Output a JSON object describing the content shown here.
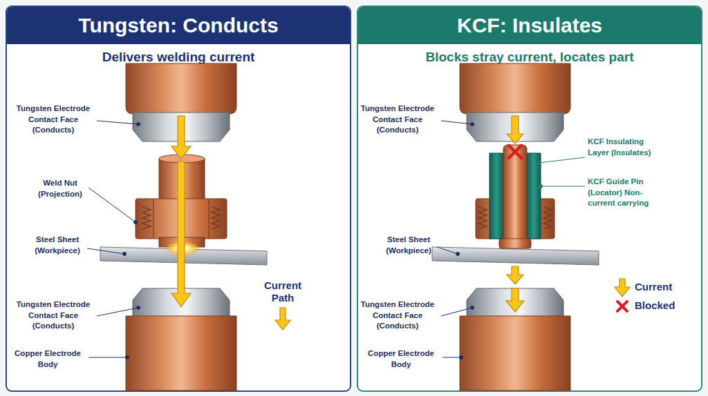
{
  "diagram": {
    "nodes": [
      {
        "text": [
          "Tungsten: Conducts",
          "Delivers welding current"
        ]
      },
      {
        "text": [
          "KCF: Insulates",
          "Blocks stray current, locates part"
        ]
      }
    ],
    "labels": [
      "Tungsten Electrode Contact Face (Conducts)",
      "Weld Nut (Projection)",
      "Steel Sheet (Workpiece)",
      "Tungsten Electrode Contact Face (Conducts)",
      "Copper Electrode Body",
      "Tungsten Electrode Contact Face (Conducts)",
      "KCF Insulating Layer (Insulates)",
      "KCF Guide Pin (Locator) Non-current carrying",
      "Steel Sheet (Workpiece)",
      "Tungsten Electrode Contact Face (Conducts)",
      "Copper Electrode Body"
    ],
    "legend": [
      {
        "text": "Current Path"
      },
      {
        "text": "Current"
      },
      {
        "text": "Blocked"
      }
    ]
  }
}
